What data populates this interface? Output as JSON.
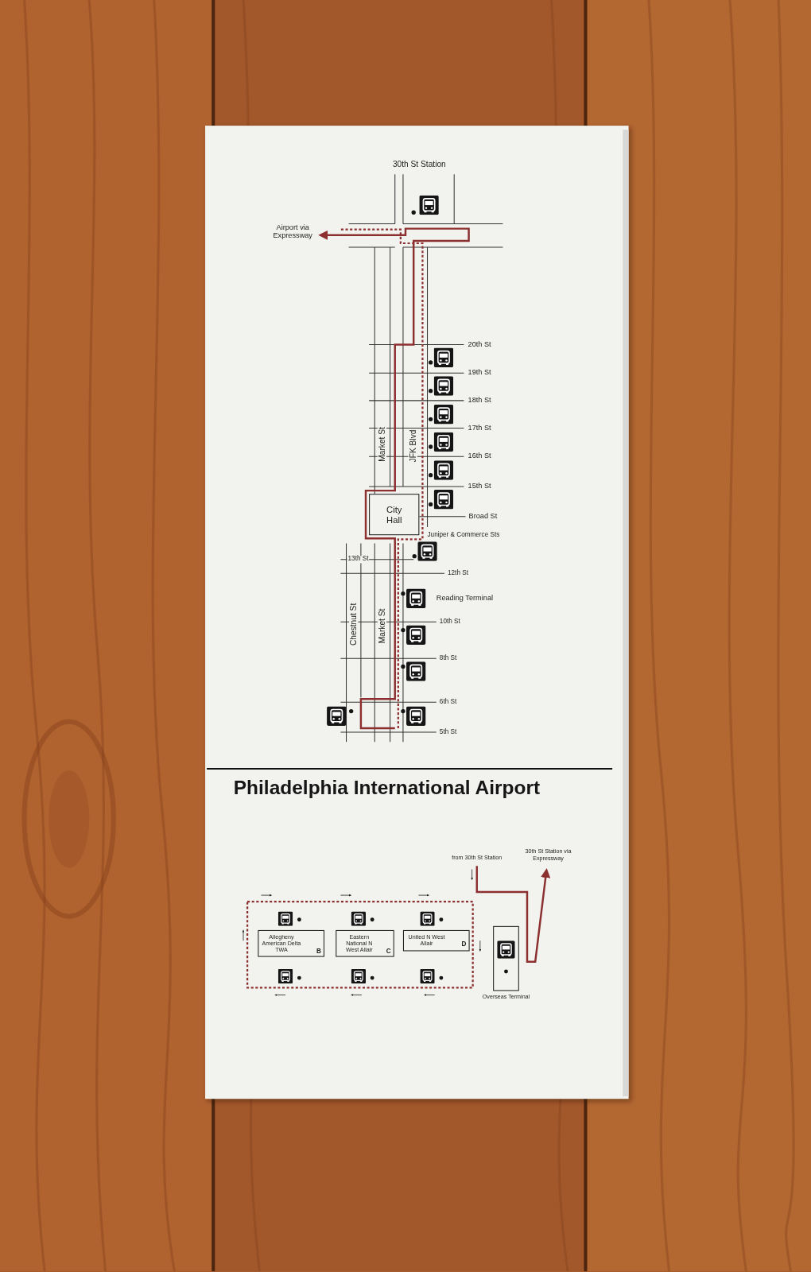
{
  "diagram": {
    "title": "Philadelphia International Airport",
    "nodes": [
      {
        "text": [
          "City Hall"
        ]
      },
      {
        "text": [
          "Allegheny American Delta TWA",
          "B"
        ]
      },
      {
        "text": [
          "Eastern National N West Allair",
          "C"
        ]
      },
      {
        "text": [
          "United N West Allair",
          "D"
        ]
      },
      {
        "text": [
          "Overseas Terminal"
        ]
      }
    ],
    "labels": [
      "30th St Station",
      "Airport via Expressway",
      "20th St",
      "19th St",
      "18th St",
      "17th St",
      "16th St",
      "15th St",
      "Market St",
      "JFK Blvd",
      "Broad St",
      "Juniper & Commerce Sts",
      "13th St",
      "12th St",
      "Reading Terminal",
      "10th St",
      "Chestnut St",
      "Market St",
      "8th St",
      "6th St",
      "5th St",
      "from 30th St Station",
      "30th St Station via Expressway"
    ]
  }
}
